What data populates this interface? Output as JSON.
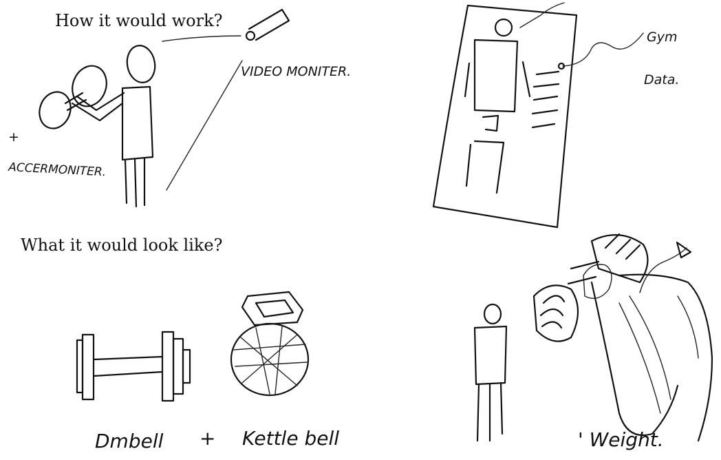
{
  "headings": {
    "how": "How it would work?",
    "what": "What it would look like?"
  },
  "annotations": {
    "video_monitor": "VIDEO MONITER.",
    "accel_plus": "+",
    "accel": "ACCERMONITER.",
    "gym_data_line1": "Gym",
    "gym_data_line2": "Data.",
    "dumbbell": "Dmbell",
    "plus": "+",
    "kettlebell": "Kettle bell",
    "weight": "' Weight."
  }
}
